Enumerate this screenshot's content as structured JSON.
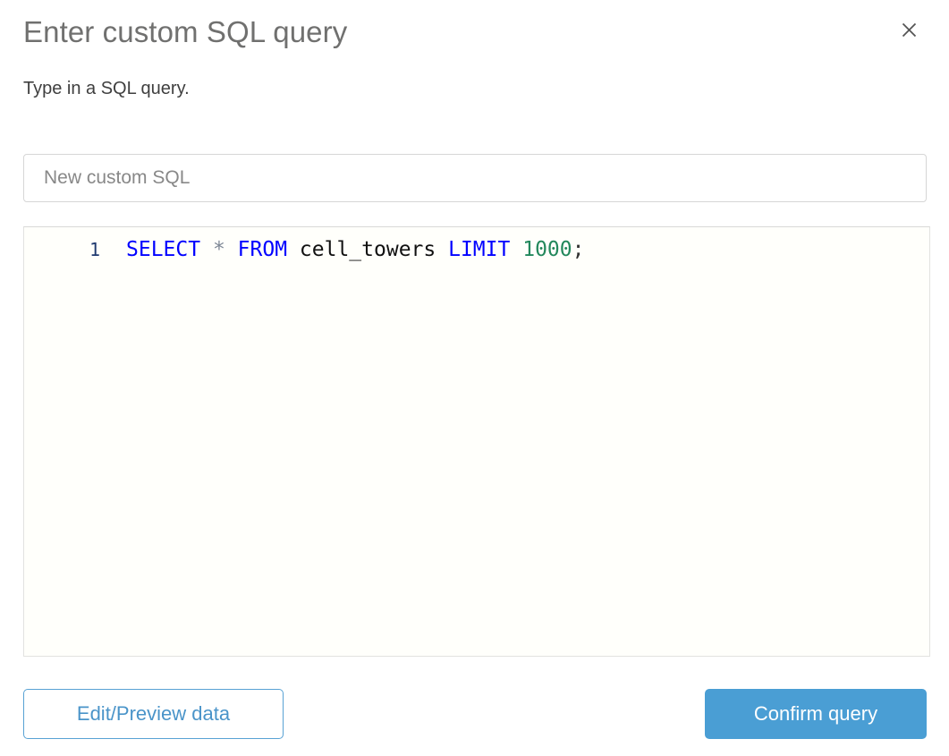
{
  "dialog": {
    "title": "Enter custom SQL query",
    "subtitle": "Type in a SQL query.",
    "close_icon": "close-icon"
  },
  "name_field": {
    "value": "New custom SQL",
    "placeholder": "New custom SQL"
  },
  "editor": {
    "line_number": "1",
    "query_text": "SELECT * FROM cell_towers LIMIT 1000;",
    "tokens": [
      {
        "text": "SELECT",
        "type": "keyword"
      },
      {
        "text": " ",
        "type": "plain"
      },
      {
        "text": "*",
        "type": "operator"
      },
      {
        "text": " ",
        "type": "plain"
      },
      {
        "text": "FROM",
        "type": "keyword"
      },
      {
        "text": " ",
        "type": "plain"
      },
      {
        "text": "cell_towers",
        "type": "ident"
      },
      {
        "text": " ",
        "type": "plain"
      },
      {
        "text": "LIMIT",
        "type": "keyword"
      },
      {
        "text": " ",
        "type": "plain"
      },
      {
        "text": "1000",
        "type": "number"
      },
      {
        "text": ";",
        "type": "punct"
      }
    ]
  },
  "footer": {
    "secondary_label": "Edit/Preview data",
    "primary_label": "Confirm query"
  },
  "colors": {
    "accent_blue": "#4a9ed4",
    "link_blue": "#4a94c9",
    "keyword_blue": "#0000ff",
    "number_green": "#23885c",
    "title_gray": "#70706f",
    "line_number_navy": "#1f3a70"
  }
}
